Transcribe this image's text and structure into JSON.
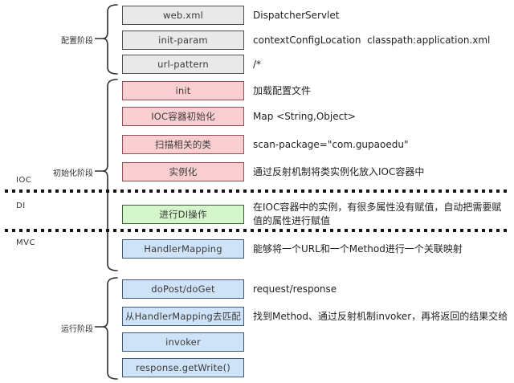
{
  "phase_labels": {
    "config": "配置阶段",
    "init": "初始化阶段",
    "run": "运行阶段"
  },
  "side_labels": {
    "ioc": "IOC",
    "di": "DI",
    "mvc": "MVC"
  },
  "boxes": {
    "web_xml": "web.xml",
    "init_param": "init-param",
    "url_pattern": "url-pattern",
    "init": "init",
    "ioc_init": "IOC容器初始化",
    "scan": "扫描相关的类",
    "instantiate": "实例化",
    "di_op": "进行DI操作",
    "handler_mapping": "HandlerMapping",
    "do_post": "doPost/doGet",
    "hm_match": "从HandlerMapping去匹配",
    "invoker": "invoker",
    "response_write": "response.getWrite()"
  },
  "descs": {
    "web_xml": "DispatcherServlet",
    "init_param": "contextConfigLocation  classpath:application.xml",
    "url_pattern": "/*",
    "init": "加载配置文件",
    "ioc_init": "Map <String,Object>",
    "scan": "scan-package=\"com.gupaoedu\"",
    "instantiate": "通过反射机制将类实例化放入IOC容器中",
    "di_op": "在IOC容器中的实例，有很多属性没有赋值，自动把需要赋值的属性进行赋值",
    "handler_mapping": "能够将一个URL和一个Method进行一个关联映射",
    "do_post": "request/response",
    "hm_match": "找到Method、通过反射机制invoker，再将返回的结果交给"
  },
  "colors": {
    "config_box_fill": "#e9e9e9",
    "config_box_border": "#4f4f4f",
    "init_box_fill": "#f9ced1",
    "init_box_border": "#8e5052",
    "di_box_fill": "#d4f6ca",
    "di_box_border": "#40603a",
    "mvc_box_fill": "#cfe3f8",
    "mvc_box_border": "#3f5878"
  }
}
